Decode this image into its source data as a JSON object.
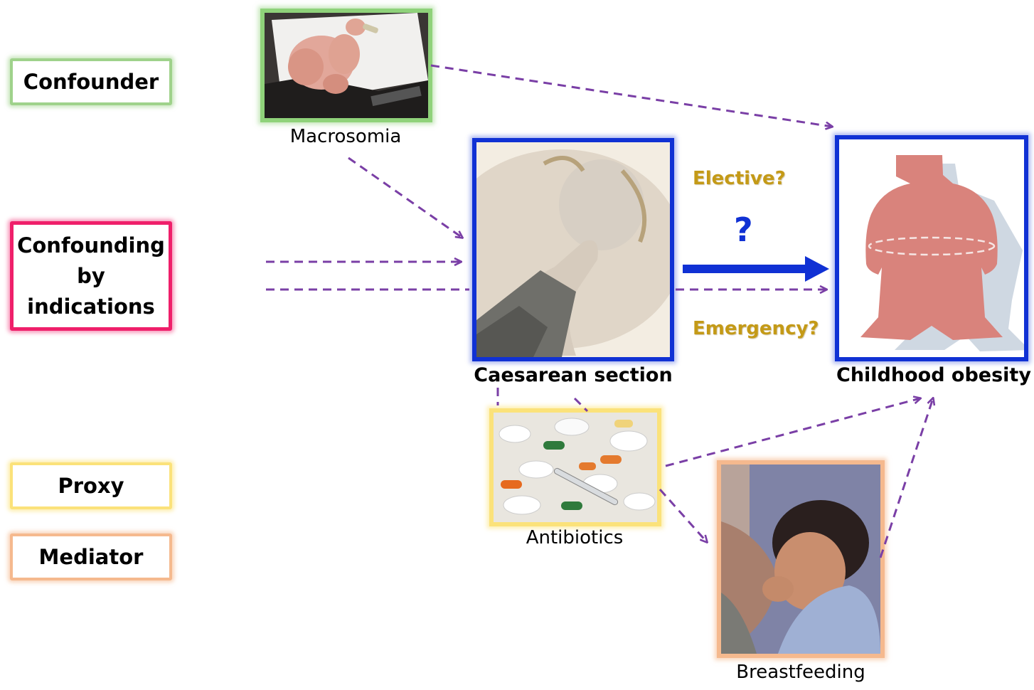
{
  "legend": {
    "confounder": "Confounder",
    "confounding_by_indications": [
      "Confounding",
      "by",
      "indications"
    ],
    "proxy": "Proxy",
    "mediator": "Mediator"
  },
  "nodes": {
    "macrosomia": "Macrosomia",
    "caesarean_section": "Caesarean section",
    "childhood_obesity": "Childhood obesity",
    "antibiotics": "Antibiotics",
    "breastfeeding": "Breastfeeding"
  },
  "labels": {
    "elective": "Elective?",
    "emergency": "Emergency?",
    "question": "?"
  },
  "colors": {
    "confounder": "#9fd28b",
    "confounding_by_indications": "#ef1f6a",
    "proxy": "#fbe27a",
    "mediator": "#f5b98e",
    "main_node": "#1031d4",
    "dashed_arrow": "#7a3fa6",
    "question_label": "#c49a17"
  }
}
